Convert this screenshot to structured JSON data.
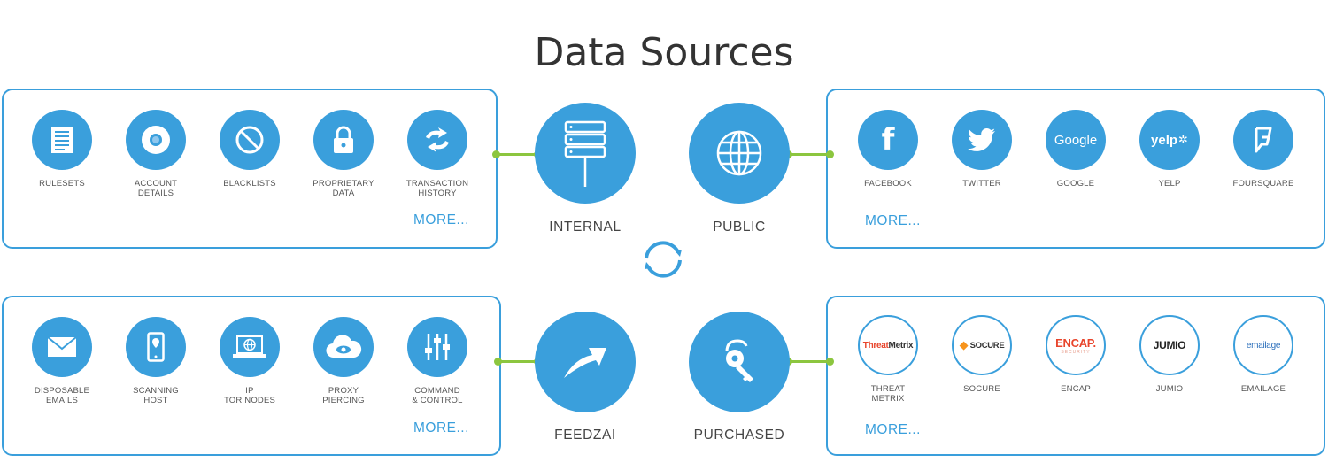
{
  "title": "Data Sources",
  "panels": {
    "internal": {
      "items": [
        "RULESETS",
        "ACCOUNT\nDETAILS",
        "BLACKLISTS",
        "PROPRIETARY\nDATA",
        "TRANSACTION\nHISTORY"
      ],
      "more": "MORE..."
    },
    "public": {
      "items": [
        "FACEBOOK",
        "TWITTER",
        "GOOGLE",
        "YELP",
        "FOURSQUARE"
      ],
      "more": "MORE..."
    },
    "feedzai": {
      "items": [
        "DISPOSABLE\nEMAILS",
        "SCANNING\nHOST",
        "IP\nTOR NODES",
        "PROXY\nPIERCING",
        "COMMAND\n& CONTROL"
      ],
      "more": "MORE..."
    },
    "purchased": {
      "items": [
        "THREAT\nMETRIX",
        "SOCURE",
        "ENCAP",
        "JUMIO",
        "EMAILAGE"
      ],
      "more": "MORE..."
    }
  },
  "hubs": {
    "internal": "INTERNAL",
    "public": "PUBLIC",
    "feedzai": "FEEDZAI",
    "purchased": "PURCHASED"
  },
  "logos": {
    "google": "Google",
    "yelp": "yelp",
    "threatmetrix_a": "Threat",
    "threatmetrix_b": "Metrix",
    "socure": "SOCURE",
    "encap": "ENCAP.",
    "encap_sub": "SECURITY",
    "jumio": "JUMIO",
    "emailage": "emailage"
  },
  "colors": {
    "accent": "#3a9fdc",
    "connector": "#8cc63f"
  }
}
